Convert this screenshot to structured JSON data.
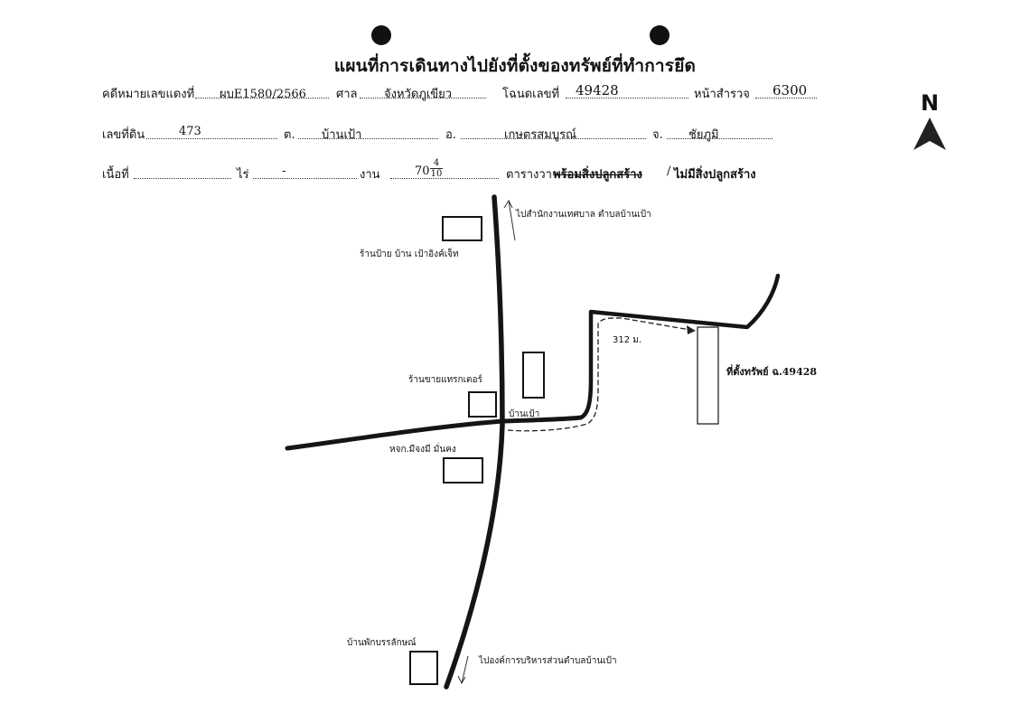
{
  "title": "แผนที่การเดินทางไปยังที่ตั้งของทรัพย์ที่ทำการยึด",
  "case": {
    "red_case_label": "คดีหมายเลขแดงที่",
    "red_case_value": "ผบE1580/2566",
    "court_label": "ศาล",
    "court_value": "จังหวัดภูเขียว",
    "deed_label": "โฉนดเลขที่",
    "deed_value": "49428",
    "survey_page_label": "หน้าสำรวจ",
    "survey_page_value": "6300"
  },
  "location": {
    "land_no_label": "เลขที่ดิน",
    "land_no_value": "473",
    "subdistrict_label": "ต.",
    "subdistrict_value": "บ้านเป้า",
    "district_label": "อ.",
    "district_value": "เกษตรสมบูรณ์",
    "province_label": "จ.",
    "province_value": "ชัยภูมิ"
  },
  "area": {
    "area_label": "เนื้อที่",
    "rai_value": "-",
    "rai_label": "ไร่",
    "ngan_value": "-",
    "ngan_label": "งาน",
    "wa_whole": "70",
    "wa_frac_num": "4",
    "wa_frac_den": "10",
    "wa_label": "ตารางวา",
    "with_building": "พร้อมสิ่งปลูกสร้าง",
    "separator": "/",
    "without_building": "ไม่มีสิ่งปลูกสร้าง"
  },
  "map": {
    "north_label": "N",
    "labels": {
      "to_municipality": "ไปสำนักงานเทศบาล ตำบลบ้านเป้า",
      "shop_north": "ร้านป้าย บ้าน เป้าอิงค์เจ็ท",
      "tractor_shop": "ร้านขายแทรกเตอร์",
      "village": "บ้านเป้า",
      "rice_mill": "หจก.มีจงมี มั่นคง",
      "distance": "312 ม.",
      "property": "ที่ตั้งทรัพย์ ฉ.49428",
      "house_south": "บ้านพักบรรลักษณ์",
      "to_sao": "ไปองค์การบริหารส่วนตำบลบ้านเป้า"
    }
  }
}
